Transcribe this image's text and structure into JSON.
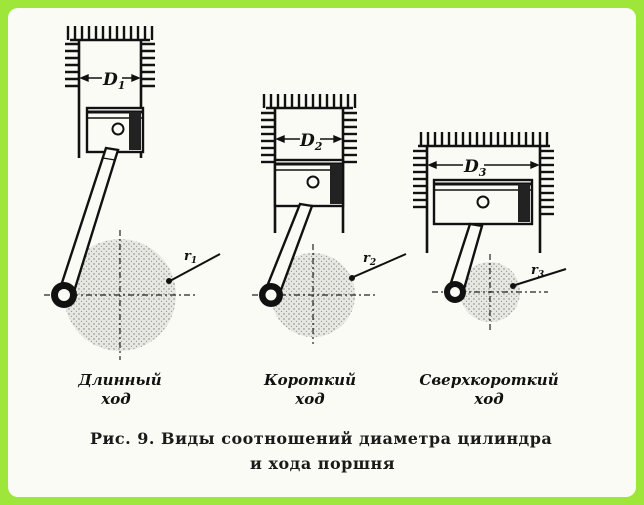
{
  "engines": [
    {
      "d_label": "D",
      "d_sub": "1",
      "r_label": "r",
      "r_sub": "1",
      "caption_line1": "Длинный",
      "caption_line2": "ход"
    },
    {
      "d_label": "D",
      "d_sub": "2",
      "r_label": "r",
      "r_sub": "2",
      "caption_line1": "Короткий",
      "caption_line2": "ход"
    },
    {
      "d_label": "D",
      "d_sub": "3",
      "r_label": "r",
      "r_sub": "3",
      "caption_line1": "Сверхкороткий",
      "caption_line2": "ход"
    }
  ],
  "caption": {
    "line1": "Рис. 9. Виды соотношений диаметра  цилиндра",
    "line2": "и хода поршня"
  },
  "colors": {
    "border": "#9ee63a",
    "paper": "#fbfbf6",
    "ink": "#111111",
    "stipple": "#9a9a9a"
  }
}
